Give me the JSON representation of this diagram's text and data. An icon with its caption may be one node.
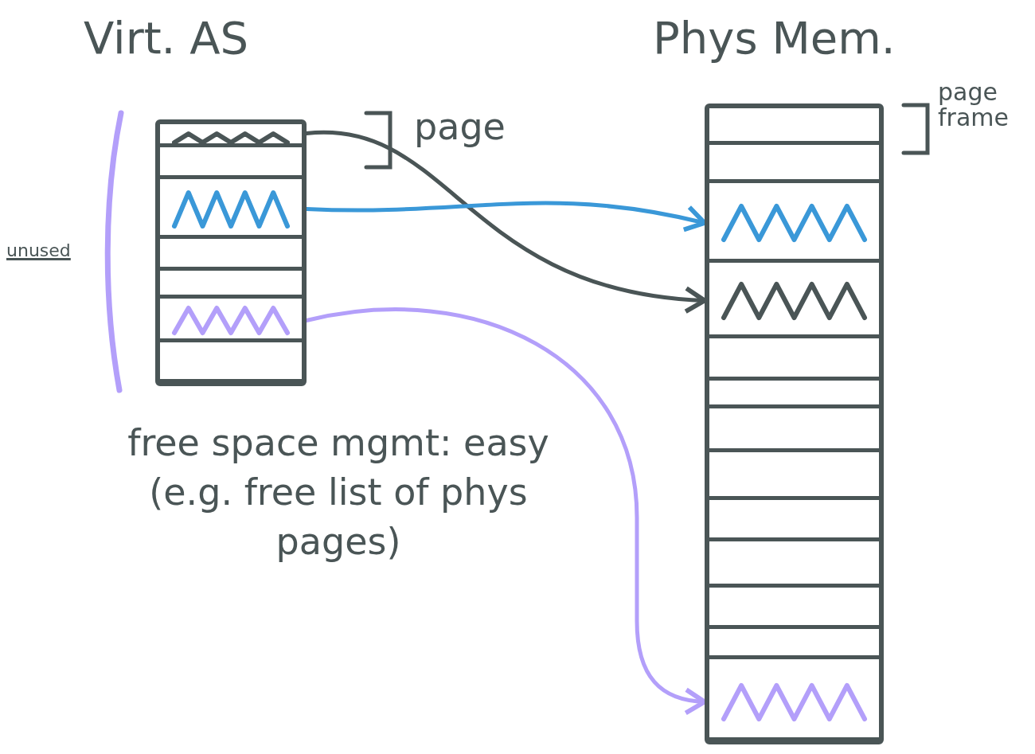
{
  "diagram": {
    "nodes": [
      {
        "text": [
          "Virt. AS"
        ]
      },
      {
        "text": [],
        "shape": "box",
        "in": 0,
        "beside": [
          "page"
        ]
      },
      {
        "text": [],
        "shape": "box",
        "in": 0
      },
      {
        "text": [],
        "shape": "box",
        "in": 0
      },
      {
        "text": [],
        "shape": "box",
        "in": 0
      },
      {
        "text": [],
        "shape": "box",
        "in": 0
      },
      {
        "text": [],
        "shape": "box",
        "in": 0
      },
      {
        "text": [],
        "shape": "box",
        "in": 0
      },
      {
        "text": [
          "Phys Mem."
        ]
      },
      {
        "text": [],
        "shape": "box",
        "in": 8,
        "beside": [
          "page frame"
        ]
      },
      {
        "text": [],
        "shape": "box",
        "in": 8
      },
      {
        "text": [],
        "shape": "box",
        "in": 8
      },
      {
        "text": [],
        "shape": "box",
        "in": 8
      },
      {
        "text": [],
        "shape": "box",
        "in": 8
      },
      {
        "text": [],
        "shape": "box",
        "in": 8
      },
      {
        "text": [],
        "shape": "box",
        "in": 8
      },
      {
        "text": [],
        "shape": "box",
        "in": 8
      },
      {
        "text": [],
        "shape": "box",
        "in": 8
      },
      {
        "text": [],
        "shape": "box",
        "in": 8
      },
      {
        "text": [],
        "shape": "box",
        "in": 8
      },
      {
        "text": [],
        "shape": "box",
        "in": 8
      },
      {
        "text": [],
        "shape": "box",
        "in": 8
      }
    ],
    "edges": [
      {
        "from": 1,
        "to": 12,
        "arrow": "to"
      },
      {
        "from": 3,
        "to": 11,
        "arrow": "to",
        "color": "#3a98d8"
      },
      {
        "from": 6,
        "to": 21,
        "arrow": "to",
        "color": "#b39ffa"
      }
    ],
    "labels": [
      "unused",
      "free space mgmt: easy (e.g. free list of phys pages)"
    ]
  }
}
